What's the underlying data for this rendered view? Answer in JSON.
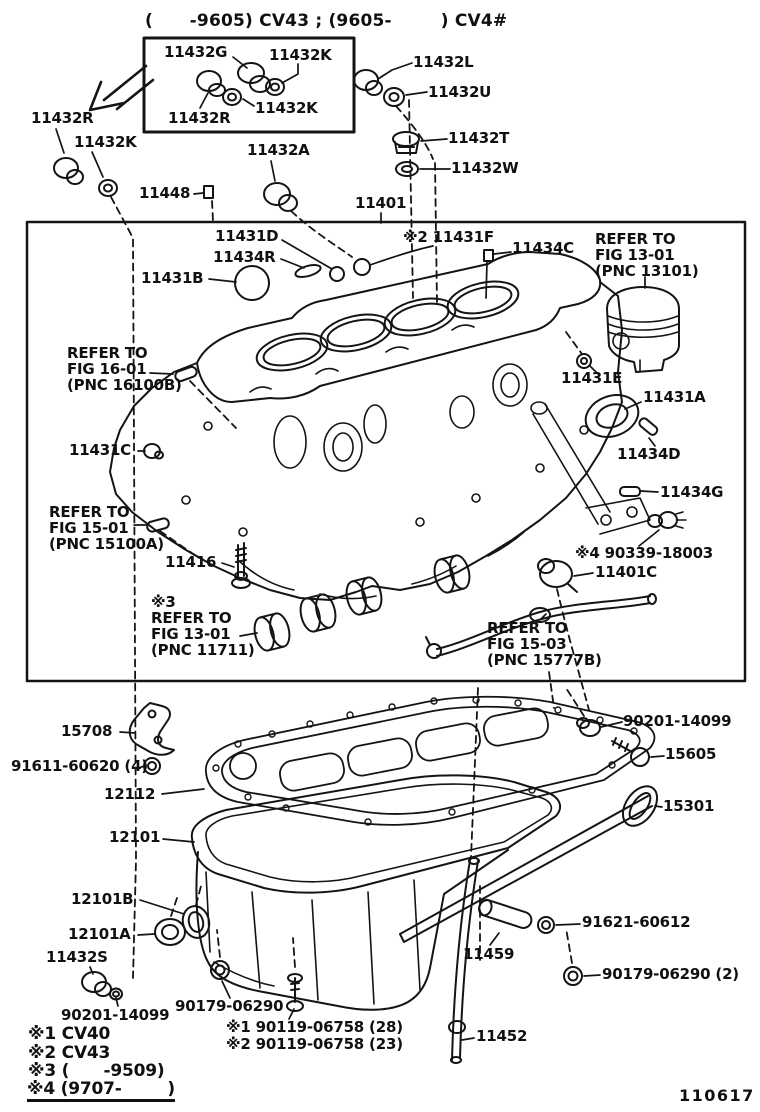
{
  "header": {
    "variant_note": "(      -9605) CV43 ; (9605-        ) CV4#"
  },
  "callouts": {
    "inset_11432g": "11432G",
    "inset_11432k_top": "11432K",
    "inset_11432r": "11432R",
    "inset_11432k_bottom": "11432K",
    "r11432l": "11432L",
    "r11432u": "11432U",
    "r11432t": "11432T",
    "r11432w": "11432W",
    "l11432r": "11432R",
    "l11432k": "11432K",
    "l11448": "11448",
    "l11432a": "11432A",
    "block_11401": "11401",
    "b11431d": "11431D",
    "b11434r": "11434R",
    "b11431f": "※2 11431F",
    "b11434c": "11434C",
    "b11431b": "11431B",
    "b11431e": "11431E",
    "b11431a": "11431A",
    "b11431c": "11431C",
    "b11434d": "11434D",
    "b11434g": "11434G",
    "b11416": "11416",
    "b90339": "※4 90339-18003",
    "b11401c": "11401C",
    "s15708": "15708",
    "s91611": "91611-60620 (4)",
    "s12112": "12112",
    "s12101": "12101",
    "s90201_top": "90201-14099",
    "s15605": "15605",
    "s15301": "15301",
    "s12101b": "12101B",
    "s12101a": "12101A",
    "s11432s": "11432S",
    "s90201_bottom": "90201-14099",
    "s90179_left": "90179-06290",
    "s90119_1": "※1 90119-06758 (28)",
    "s90119_2": "※2 90119-06758 (23)",
    "s11459": "11459",
    "s91621": "91621-60612",
    "s90179_right": "90179-06290 (2)",
    "s11452": "11452"
  },
  "refer_notes": {
    "piston": "REFER TO\nFIG 13-01\n(PNC 13101)",
    "front_cover": "REFER TO\nFIG 16-01\n(PNC 16100B)",
    "oil_pump": "REFER TO\nFIG 15-01\n(PNC 15100A)",
    "bearings": "※3\nREFER TO\nFIG 13-01\n(PNC 11711)",
    "oil_pipe": "REFER TO\nFIG 15-03\n(PNC 15777B)"
  },
  "legend": {
    "line1": "※1 CV40",
    "line2": "※2 CV43",
    "line3": "※3 (      -9509)",
    "line4": "※4 (9707-        )"
  },
  "figure_number": "110617"
}
